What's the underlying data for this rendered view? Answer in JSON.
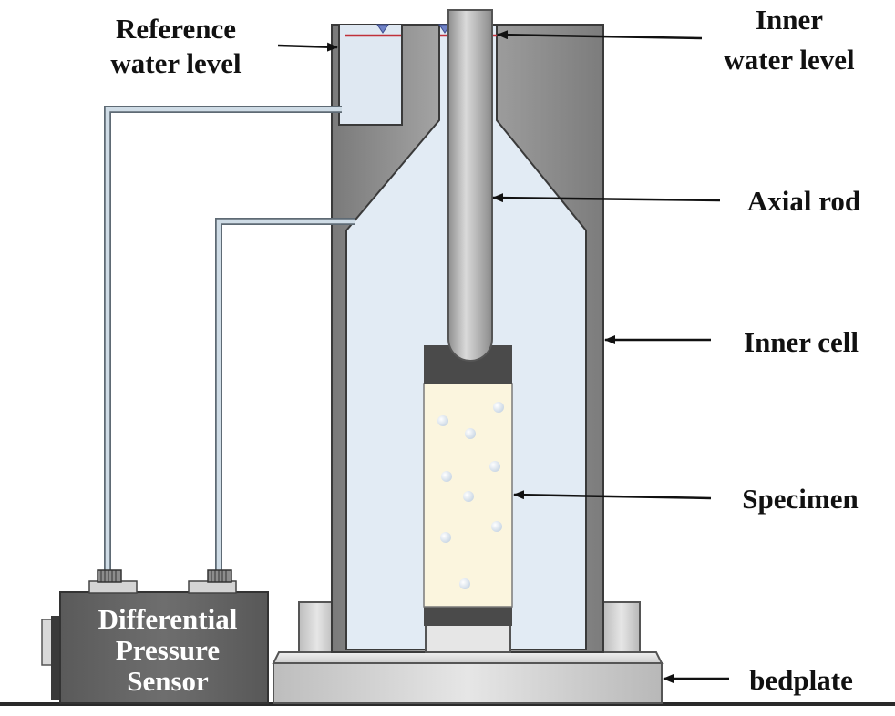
{
  "labels": {
    "reference_line1": "Reference",
    "reference_line2": "water level",
    "inner_line1": "Inner",
    "inner_line2": "water level",
    "axial_rod": "Axial rod",
    "inner_cell": "Inner cell",
    "specimen": "Specimen",
    "bedplate": "bedplate"
  },
  "sensor": {
    "line1": "Differential",
    "line2": "Pressure",
    "line3": "Sensor"
  },
  "colors": {
    "water": "#e2ebf4",
    "cell_wall": "#8f8f8f",
    "water_level_line": "#c0303a",
    "level_marker": "#6f82c8",
    "specimen_fill": "#fbf5de",
    "end_cap": "#4a4a4a",
    "sensor_body": "#616161",
    "tube": "#cfdce6"
  },
  "icons": {
    "level_marker": "inverted-triangle-icon",
    "connector": "knurled-fitting-icon"
  }
}
